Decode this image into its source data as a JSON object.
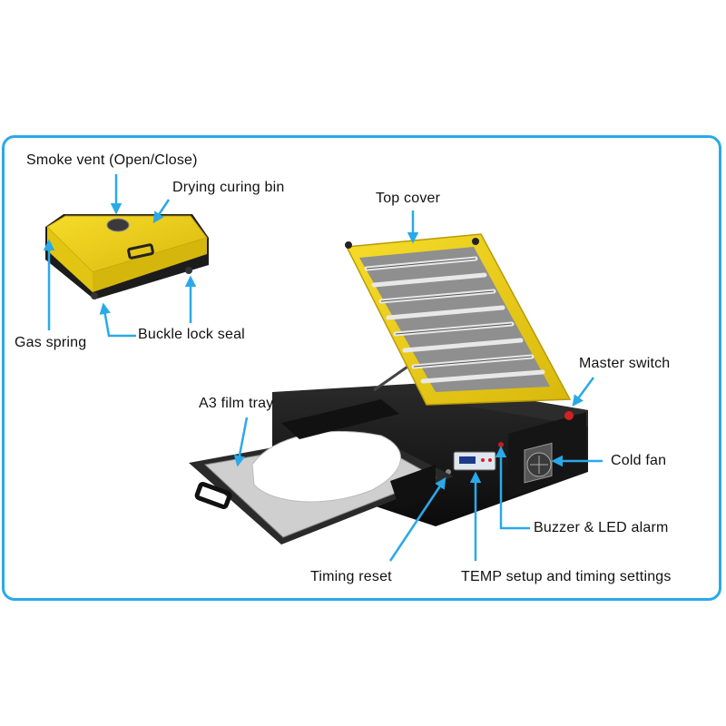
{
  "labels": {
    "smoke_vent": "Smoke vent (Open/Close)",
    "drying_bin": "Drying curing bin",
    "top_cover": "Top cover",
    "gas_spring": "Gas spring",
    "buckle_lock": "Buckle lock seal",
    "master_switch": "Master switch",
    "film_tray": "A3 film tray",
    "cold_fan": "Cold fan",
    "buzzer_alarm": "Buzzer & LED alarm",
    "timing_reset": "Timing reset",
    "temp_setup": "TEMP setup and timing settings"
  },
  "colors": {
    "frame": "#2aa9e8",
    "arrow": "#2aa9e8",
    "lid_yellow": "#f2d318",
    "body_black": "#1a1a1a"
  }
}
